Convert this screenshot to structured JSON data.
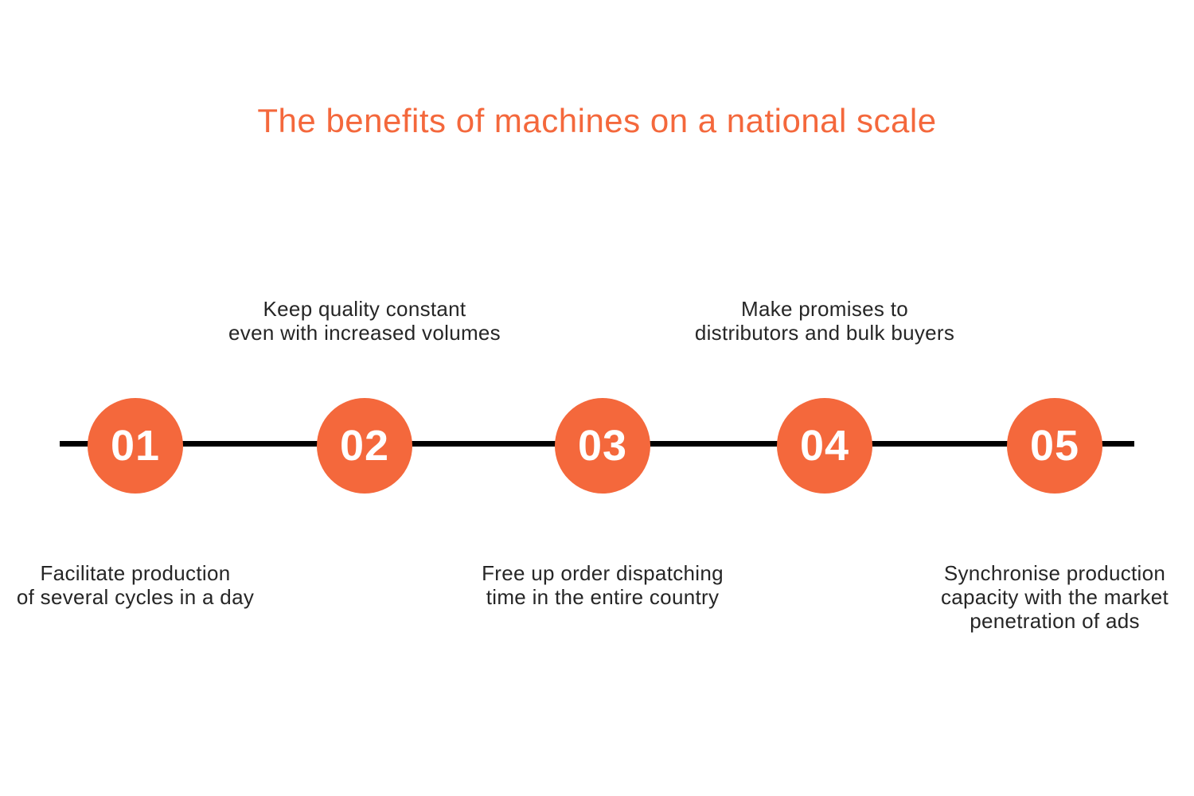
{
  "title": "The benefits of machines on a national scale",
  "colors": {
    "accent": "#F4683C",
    "line": "#000000",
    "text": "#262626"
  },
  "steps": [
    {
      "number": "01",
      "label_position": "below",
      "label": "Facilitate production\nof several cycles in a day"
    },
    {
      "number": "02",
      "label_position": "above",
      "label": "Keep quality constant\neven with increased volumes"
    },
    {
      "number": "03",
      "label_position": "below",
      "label": "Free up order dispatching\ntime in the entire country"
    },
    {
      "number": "04",
      "label_position": "above",
      "label": "Make promises to\ndistributors and bulk buyers"
    },
    {
      "number": "05",
      "label_position": "below",
      "label": "Synchronise production\ncapacity with the market\npenetration of ads"
    }
  ]
}
